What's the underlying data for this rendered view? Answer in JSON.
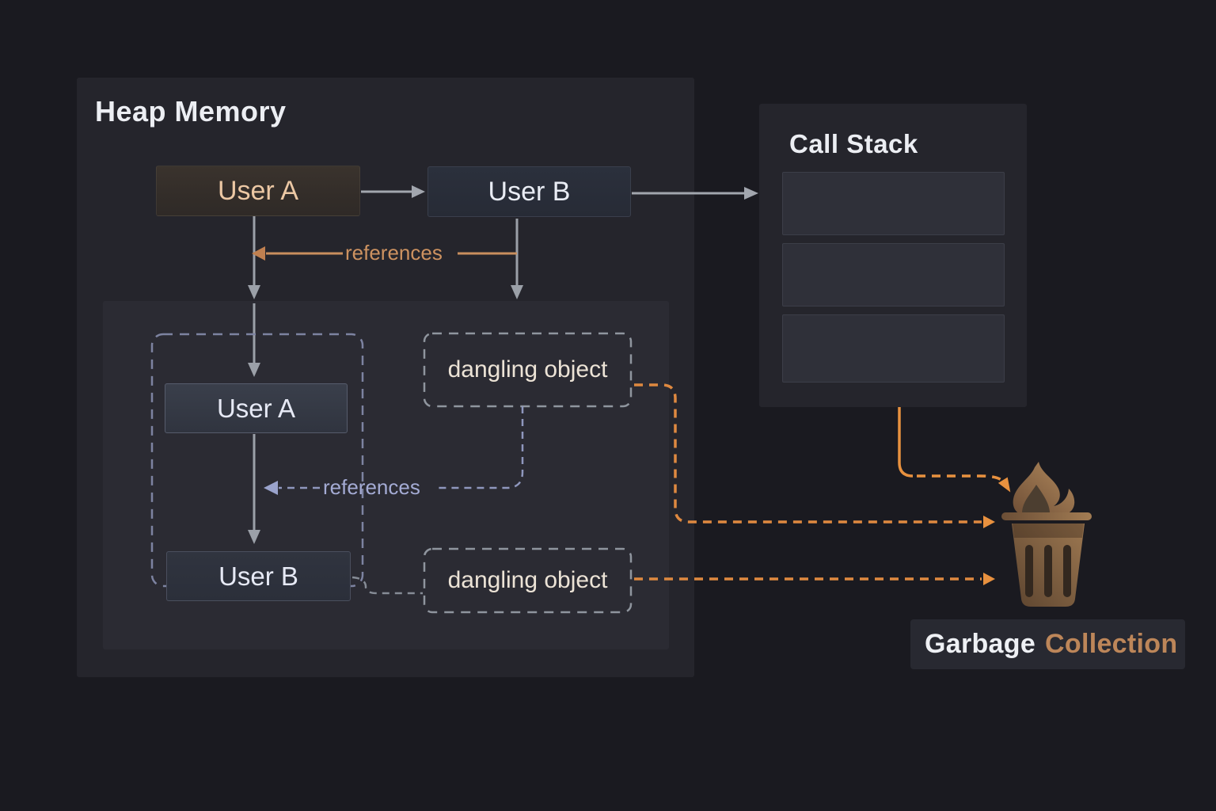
{
  "heap": {
    "title": "Heap Memory",
    "top_row": {
      "user_a": "User A",
      "user_b": "User B",
      "references_label": "references"
    },
    "inner": {
      "user_a": "User A",
      "user_b": "User B",
      "references_label": "references",
      "dangling_object_1": "dangling object",
      "dangling_object_2": "dangling object"
    }
  },
  "call_stack": {
    "title": "Call Stack",
    "slot_count": 3
  },
  "garbage_collection": {
    "word_1": "Garbage",
    "word_2": "Collection"
  },
  "colors": {
    "page_background": "#1a1a20",
    "heap_panel": "#25252c",
    "heap_inner_panel": "#2b2b33",
    "call_stack_panel": "#25252c",
    "stack_slot_fill": "#2f3039",
    "accent_orange": "#df8940",
    "reference_orange": "#cd9260",
    "reference_lavender": "#a4abd4",
    "dashed_container": "#7d83a1",
    "dashed_dangling": "#8f959e",
    "arrow_gray": "#a2a6ae",
    "user_a_top_fill": "#332d29",
    "user_a_top_text": "#ecc8a4",
    "node_fill": "#30343f",
    "trash_brown": "#8a6446",
    "garbage_word_color": "#eef0f4",
    "collection_word_color": "#bd8659"
  }
}
